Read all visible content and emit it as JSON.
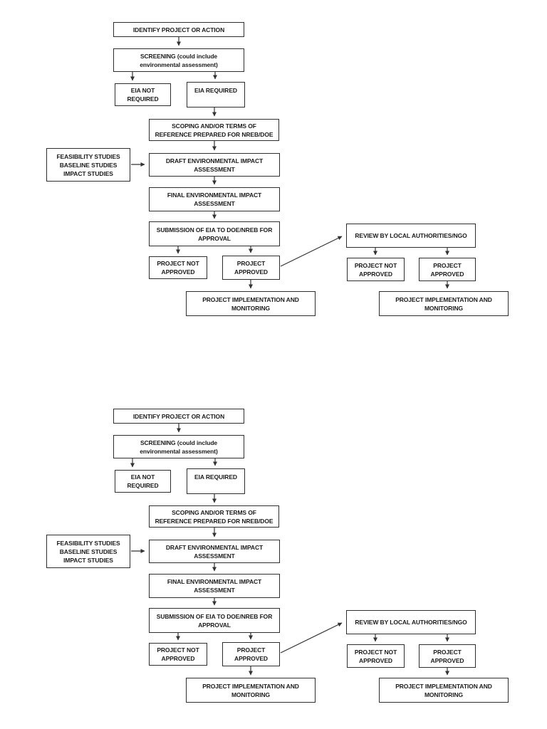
{
  "document": {
    "background_color": "#ffffff",
    "line_color": "#333333",
    "text_color": "#1c1c1c",
    "description": "Document page with two identical EIA process flowcharts"
  },
  "flowchart": {
    "instances": [
      "top",
      "bottom"
    ],
    "boxes": {
      "identify": "IDENTIFY PROJECT OR ACTION",
      "screening": "SCREENING (could include\nenvironmental assessment)",
      "eia_not_required": "EIA NOT\nREQUIRED",
      "eia_required": "EIA REQUIRED",
      "scoping": "SCOPING AND/OR TERMS OF\nREFERENCE PREPARED FOR NREB/DOE",
      "feasibility": "FEASIBILITY STUDIES\nBASELINE STUDIES\nIMPACT STUDIES",
      "draft_eia": "DRAFT ENVIRONMENTAL IMPACT\nASSESSMENT",
      "final_eia": "FINAL ENVIRONMENTAL IMPACT\nASSESSMENT",
      "submission": "SUBMISSION OF EIA TO DOE/NREB FOR\nAPPROVAL",
      "project_not_approved": "PROJECT NOT\nAPPROVED",
      "project_approved": "PROJECT\nAPPROVED",
      "implementation": "PROJECT IMPLEMENTATION AND\nMONITORING",
      "review": "REVIEW BY LOCAL AUTHORITIES/NGO",
      "review_project_not_approved": "PROJECT NOT\nAPPROVED",
      "review_project_approved": "PROJECT\nAPPROVED",
      "review_implementation": "PROJECT IMPLEMENTATION AND\nMONITORING"
    },
    "edges": [
      "identify -> screening",
      "screening -> eia_not_required",
      "screening -> eia_required",
      "eia_required -> scoping",
      "scoping -> draft_eia",
      "feasibility -> draft_eia",
      "draft_eia -> final_eia",
      "final_eia -> submission",
      "submission -> project_not_approved",
      "submission -> project_approved",
      "project_approved -> implementation",
      "project_approved -> review",
      "review -> review_project_not_approved",
      "review -> review_project_approved",
      "review_project_approved -> review_implementation"
    ]
  }
}
